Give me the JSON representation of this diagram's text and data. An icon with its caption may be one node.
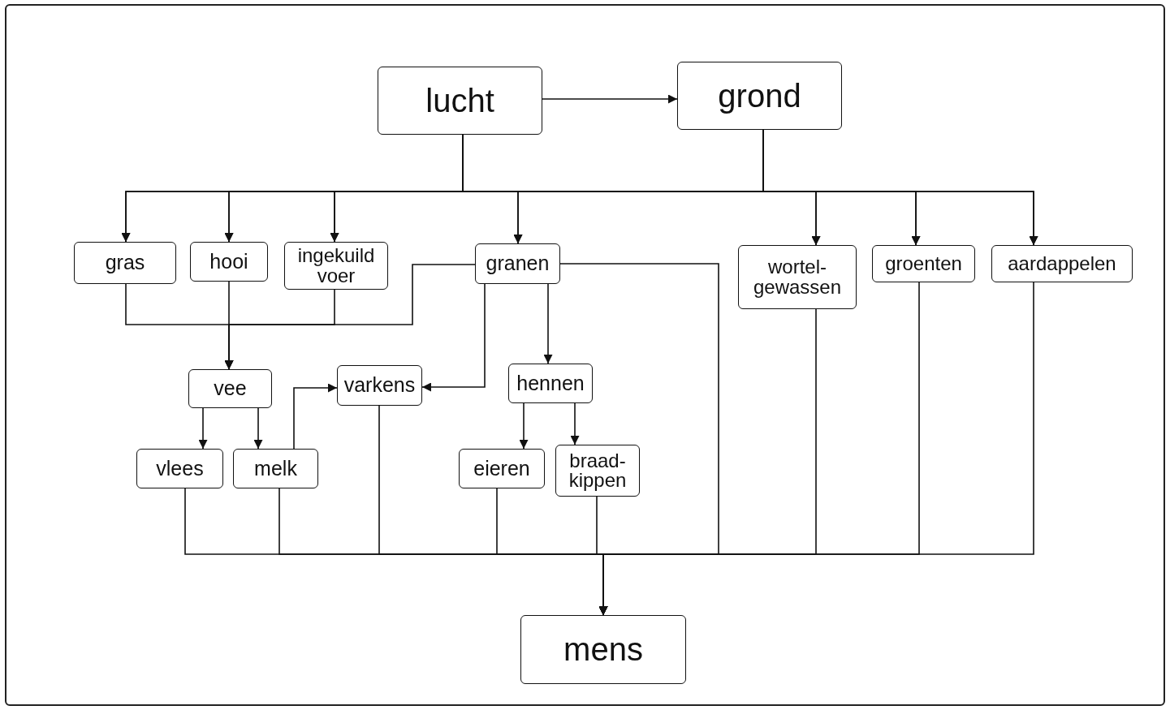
{
  "diagram": {
    "nodes": [
      {
        "text": [
          "lucht"
        ]
      },
      {
        "text": [
          "grond"
        ]
      },
      {
        "text": [
          "gras"
        ]
      },
      {
        "text": [
          "hooi"
        ]
      },
      {
        "text": [
          "ingekuild voer"
        ]
      },
      {
        "text": [
          "granen"
        ]
      },
      {
        "text": [
          "wortel- gewassen"
        ]
      },
      {
        "text": [
          "groenten"
        ]
      },
      {
        "text": [
          "aardappelen"
        ]
      },
      {
        "text": [
          "vee"
        ]
      },
      {
        "text": [
          "varkens"
        ]
      },
      {
        "text": [
          "hennen"
        ]
      },
      {
        "text": [
          "vlees"
        ]
      },
      {
        "text": [
          "melk"
        ]
      },
      {
        "text": [
          "eieren"
        ]
      },
      {
        "text": [
          "braad- kippen"
        ]
      },
      {
        "text": [
          "mens"
        ]
      }
    ],
    "edges": [
      {
        "from": 0,
        "to": 1,
        "arrow": "to"
      },
      {
        "from": 0,
        "to": 2,
        "arrow": "to"
      },
      {
        "from": 0,
        "to": 3,
        "arrow": "to"
      },
      {
        "from": 0,
        "to": 4,
        "arrow": "to"
      },
      {
        "from": 0,
        "to": 5,
        "arrow": "to"
      },
      {
        "from": 0,
        "to": 6,
        "arrow": "to"
      },
      {
        "from": 0,
        "to": 7,
        "arrow": "to"
      },
      {
        "from": 0,
        "to": 8,
        "arrow": "to"
      },
      {
        "from": 1,
        "to": 2,
        "arrow": "to"
      },
      {
        "from": 1,
        "to": 3,
        "arrow": "to"
      },
      {
        "from": 1,
        "to": 4,
        "arrow": "to"
      },
      {
        "from": 1,
        "to": 5,
        "arrow": "to"
      },
      {
        "from": 1,
        "to": 6,
        "arrow": "to"
      },
      {
        "from": 1,
        "to": 7,
        "arrow": "to"
      },
      {
        "from": 1,
        "to": 8,
        "arrow": "to"
      },
      {
        "from": 2,
        "to": 9,
        "arrow": "to"
      },
      {
        "from": 3,
        "to": 9,
        "arrow": "to"
      },
      {
        "from": 4,
        "to": 9,
        "arrow": "to"
      },
      {
        "from": 5,
        "to": 9,
        "arrow": "to"
      },
      {
        "from": 5,
        "to": 10,
        "arrow": "to"
      },
      {
        "from": 5,
        "to": 11,
        "arrow": "to"
      },
      {
        "from": 5,
        "to": 16,
        "arrow": "to"
      },
      {
        "from": 9,
        "to": 12,
        "arrow": "to"
      },
      {
        "from": 9,
        "to": 13,
        "arrow": "to"
      },
      {
        "from": 13,
        "to": 10,
        "arrow": "to"
      },
      {
        "from": 11,
        "to": 14,
        "arrow": "to"
      },
      {
        "from": 11,
        "to": 15,
        "arrow": "to"
      },
      {
        "from": 12,
        "to": 16,
        "arrow": "to"
      },
      {
        "from": 13,
        "to": 16,
        "arrow": "to"
      },
      {
        "from": 10,
        "to": 16,
        "arrow": "to"
      },
      {
        "from": 14,
        "to": 16,
        "arrow": "to"
      },
      {
        "from": 15,
        "to": 16,
        "arrow": "to"
      },
      {
        "from": 6,
        "to": 16,
        "arrow": "to"
      },
      {
        "from": 7,
        "to": 16,
        "arrow": "to"
      },
      {
        "from": 8,
        "to": 16,
        "arrow": "to"
      }
    ]
  }
}
